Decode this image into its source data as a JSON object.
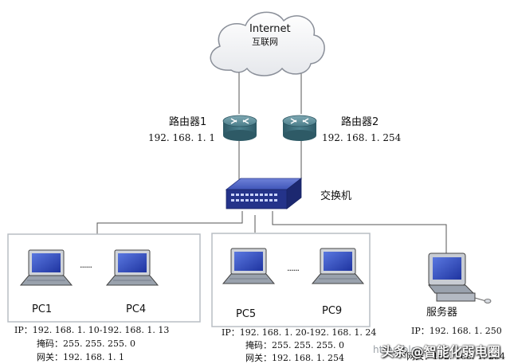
{
  "internet": {
    "title": "Internet",
    "subtitle": "互联网"
  },
  "routers": [
    {
      "name": "路由器1",
      "ip": "192. 168. 1. 1"
    },
    {
      "name": "路由器2",
      "ip": "192. 168. 1. 254"
    }
  ],
  "switch": {
    "name": "交换机"
  },
  "group1": {
    "pc_a": "PC1",
    "pc_b": "PC4",
    "dots": "......",
    "ip": "IP：192. 168. 1. 10-192. 168. 1. 13",
    "mask": "掩码：255. 255. 255. 0",
    "gateway": "网关：192. 168. 1. 1"
  },
  "group2": {
    "pc_a": "PC5",
    "pc_b": "PC9",
    "dots": "......",
    "ip": "IP：192. 168. 1. 20-192. 168. 1. 24",
    "mask": "掩码：255. 255. 255. 0",
    "gateway": "网关：192. 168. 1. 254"
  },
  "server": {
    "name": "服务器",
    "ip": "IP：192. 168. 1. 250",
    "gateway": "网关：192. 168. 1. 254"
  },
  "watermark": {
    "main": "头条 @智能化弱电圈",
    "faint": "http://blog."
  },
  "colors": {
    "cloud_edge": "#8a8f99",
    "line": "#555555",
    "box_edge": "#b8bdc4",
    "router": "#3d6b78",
    "laptop_screen": "#2f47b8"
  }
}
